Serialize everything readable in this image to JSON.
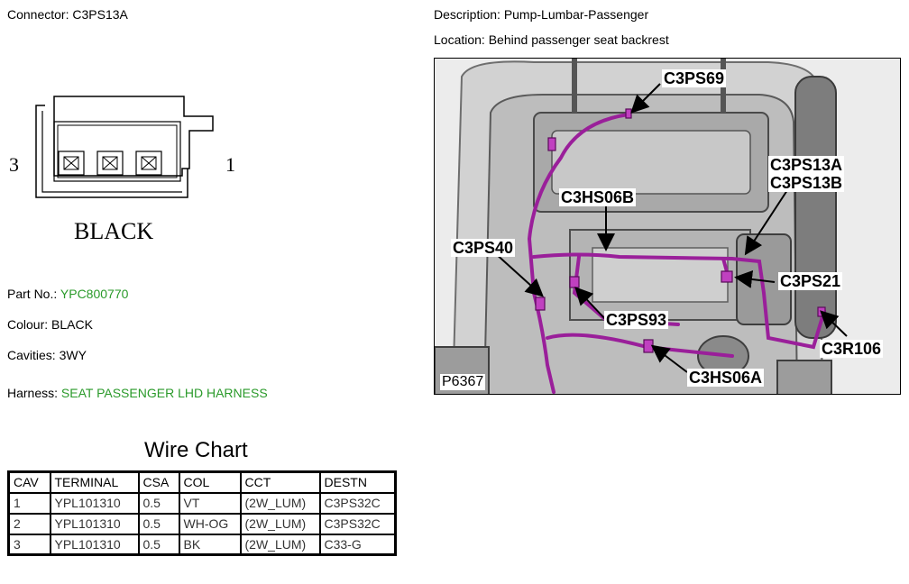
{
  "connector": {
    "label": "Connector:",
    "value": "C3PS13A"
  },
  "description": {
    "label": "Description:",
    "value": "Pump-Lumbar-Passenger"
  },
  "location": {
    "label": "Location:",
    "value": "Behind passenger seat backrest"
  },
  "drawing": {
    "left_cavity": "3",
    "right_cavity": "1",
    "colour_caption": "BLACK"
  },
  "details": {
    "part_no_label": "Part No.:",
    "part_no": "YPC800770",
    "colour_label": "Colour:",
    "colour": "BLACK",
    "cavities_label": "Cavities:",
    "cavities": "3WY",
    "harness_label": "Harness:",
    "harness": "SEAT PASSENGER LHD HARNESS"
  },
  "photo": {
    "ref": "P6367",
    "callouts": {
      "c3ps69": "C3PS69",
      "c3ps13a": "C3PS13A",
      "c3ps13b": "C3PS13B",
      "c3hs06b": "C3HS06B",
      "c3ps40": "C3PS40",
      "c3ps21": "C3PS21",
      "c3ps93": "C3PS93",
      "c3r106": "C3R106",
      "c3hs06a": "C3HS06A"
    }
  },
  "wire_chart": {
    "title": "Wire Chart",
    "headers": [
      "CAV",
      "TERMINAL",
      "CSA",
      "COL",
      "CCT",
      "DESTN"
    ],
    "rows": [
      [
        "1",
        "YPL101310",
        "0.5",
        "VT",
        "(2W_LUM)",
        "C3PS32C"
      ],
      [
        "2",
        "YPL101310",
        "0.5",
        "WH-OG",
        "(2W_LUM)",
        "C3PS32C"
      ],
      [
        "3",
        "YPL101310",
        "0.5",
        "BK",
        "(2W_LUM)",
        "C33-G"
      ]
    ]
  },
  "colors": {
    "harness_wire": "#9a1f9a",
    "green_text": "#2a9a2a"
  }
}
